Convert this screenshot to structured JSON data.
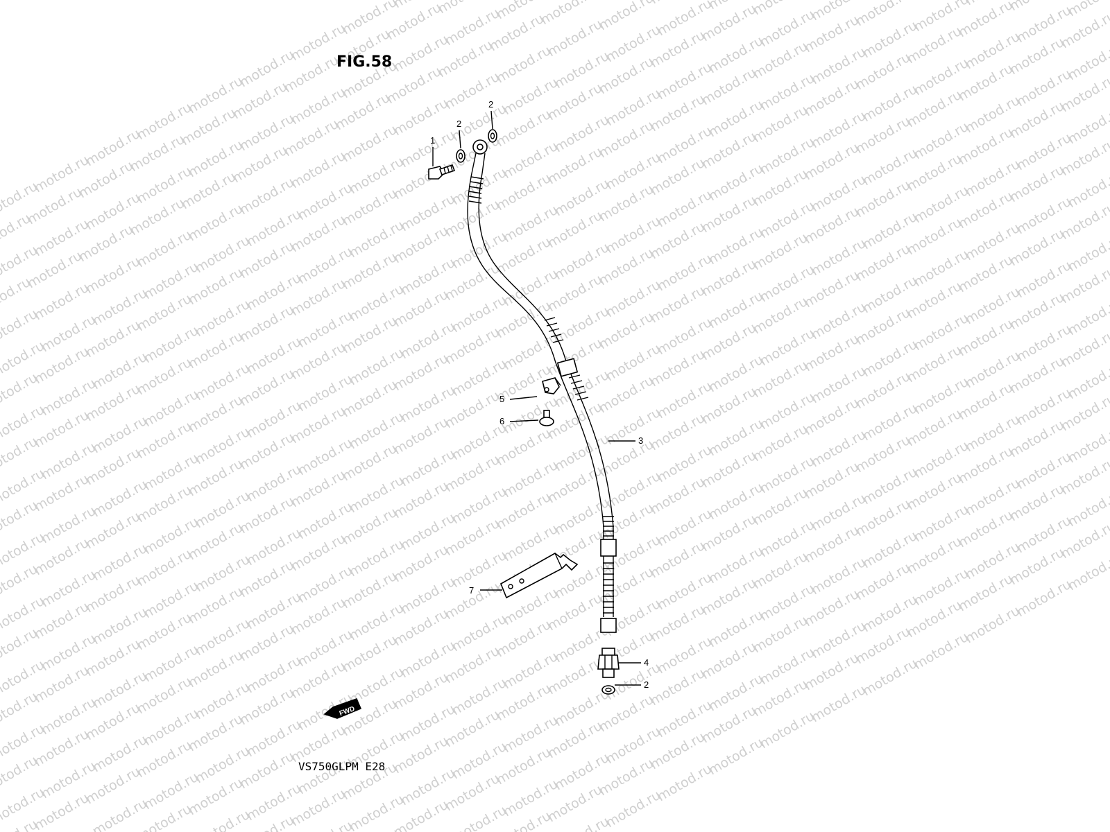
{
  "figure": {
    "title": "FIG.58"
  },
  "model": {
    "code": "VS750GLPM  E28"
  },
  "watermark": {
    "text": "motod.ru"
  },
  "fwd_marker": {
    "text": "FWD"
  },
  "callouts": [
    {
      "number": "1"
    },
    {
      "number": "2"
    },
    {
      "number": "2"
    },
    {
      "number": "3"
    },
    {
      "number": "4"
    },
    {
      "number": "2"
    },
    {
      "number": "5"
    },
    {
      "number": "6"
    },
    {
      "number": "7"
    }
  ]
}
